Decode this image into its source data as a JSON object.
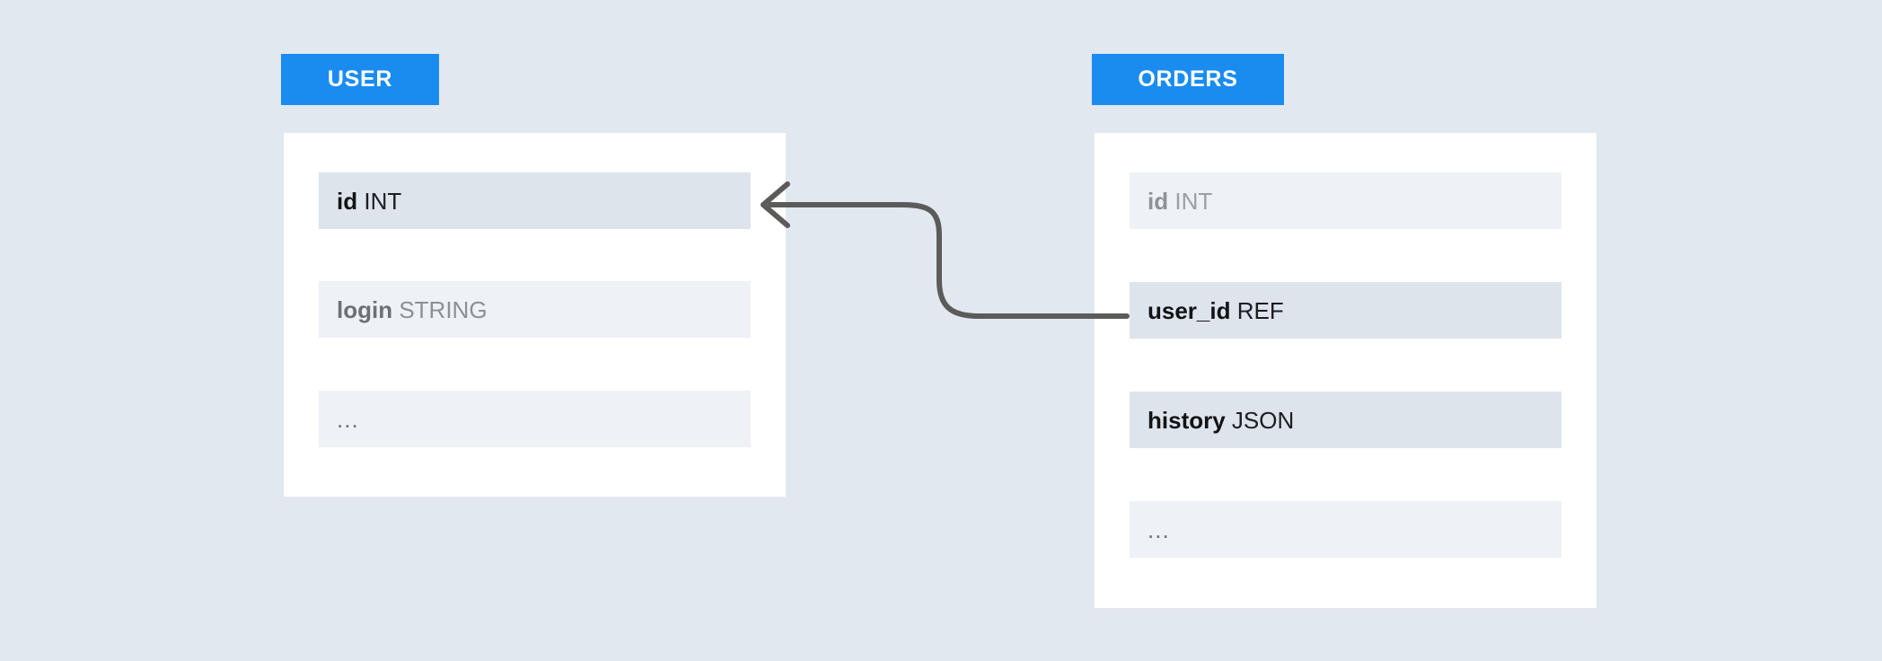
{
  "diagram": {
    "title": "database-relationship-diagram",
    "background_color": "#e2e8ef",
    "accent_color": "#1a8cf0",
    "connector_color": "#5b5b59"
  },
  "tables": [
    {
      "id": "user",
      "header_label": "USER",
      "fields": [
        {
          "name": "id",
          "type": "INT",
          "state": "highlight",
          "tone": "dark"
        },
        {
          "name": "login",
          "type": "STRING",
          "state": "plain",
          "tone": "semi"
        },
        {
          "name": "...",
          "type": "",
          "state": "plain",
          "tone": "muted"
        }
      ]
    },
    {
      "id": "orders",
      "header_label": "ORDERS",
      "fields": [
        {
          "name": "id",
          "type": "INT",
          "state": "plain",
          "tone": "muted"
        },
        {
          "name": "user_id",
          "type": "REF",
          "state": "highlight",
          "tone": "dark"
        },
        {
          "name": "history",
          "type": "JSON",
          "state": "highlight",
          "tone": "dark"
        },
        {
          "name": "...",
          "type": "",
          "state": "plain",
          "tone": "muted"
        }
      ]
    }
  ],
  "relationship": {
    "from_table": "orders",
    "from_field": "user_id",
    "to_table": "user",
    "to_field": "id",
    "arrow_direction": "left",
    "style": "rounded-elbow"
  }
}
